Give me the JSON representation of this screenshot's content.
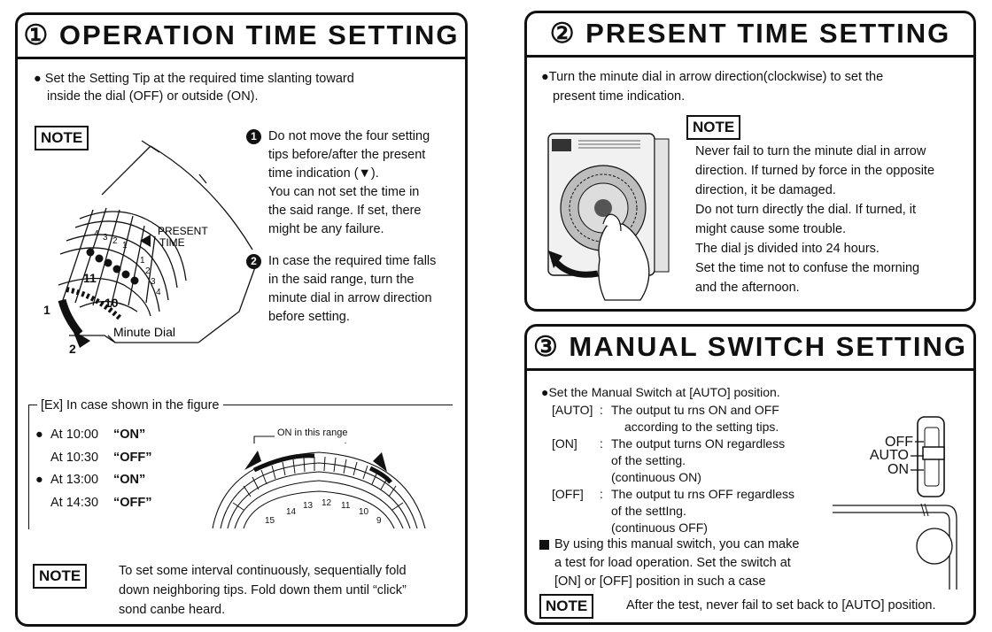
{
  "operation": {
    "title": "① OPERATION TIME SETTING",
    "intro1": "● Set the Setting Tip at the required time slanting toward",
    "intro2": "inside the dial (OFF) or outside (ON).",
    "note_label": "NOTE",
    "item1": [
      "Do not move the four setting",
      "tips before/after the present",
      "time indication (▼).",
      "You can  not set the time in",
      "the said range. If set, there",
      "might be any failure."
    ],
    "item2": [
      "In case the required time falls",
      "in the said range,  turn the",
      "minute dial in arrow direction",
      "before setting."
    ],
    "fig_labels": {
      "present": "PRESENT",
      "time": "TIME",
      "minute_dial": "Minute Dial",
      "a1": "1",
      "a2": "2",
      "n11": "11",
      "n10": "10",
      "ticks": [
        "4",
        "3",
        "2",
        "1",
        "1",
        "2",
        "3",
        "4"
      ]
    },
    "example_label": "[Ex] In case shown in the figure",
    "examples": [
      {
        "bullet": "●",
        "time": "At 10:00",
        "state": "“ON”"
      },
      {
        "bullet": "",
        "time": "At 10:30",
        "state": "“OFF”"
      },
      {
        "bullet": "●",
        "time": "At 13:00",
        "state": "“ON”"
      },
      {
        "bullet": "",
        "time": "At 14:30",
        "state": "“OFF”"
      }
    ],
    "range_label": "ON in this range",
    "dial_numbers": [
      "15",
      "14",
      "13",
      "12",
      "11",
      "10",
      "9"
    ],
    "bottom_note_label": "NOTE",
    "bottom_note": [
      "To set some interval continuously, sequentially fold",
      "down neighboring tips.  Fold down them until “click”",
      "sond canbe heard."
    ]
  },
  "present": {
    "title": "② PRESENT TIME SETTING",
    "intro1": "●Turn the minute dial in arrow direction(clockwise) to set the",
    "intro2": "present time indication.",
    "note_label": "NOTE",
    "note_lines": [
      "Never fail to turn the minute dial in arrow",
      "direction. If turned by force in the opposite",
      "direction, it be damaged.",
      "Do not turn directly the dial. If turned, it",
      "might cause some trouble.",
      "The dial js divided into 24 hours.",
      "Set the time not to confuse the morning",
      "and the afternoon."
    ]
  },
  "manual": {
    "title": "③ MANUAL SWITCH SETTING",
    "intro": "●Set the Manual Switch at [AUTO] position.",
    "rows": [
      {
        "key": "[AUTO]",
        "sep": ":",
        "lines": [
          "The output tu rns ON and OFF",
          "according to the setting tips."
        ]
      },
      {
        "key": "[ON]",
        "sep": ":",
        "lines": [
          "The output turns ON regardless",
          "of the setting.",
          "(continuous ON)"
        ]
      },
      {
        "key": "[OFF]",
        "sep": ":",
        "lines": [
          "The output tu rns OFF regardless",
          "of the settIng.",
          "(continuous OFF)"
        ]
      }
    ],
    "switch_labels": [
      "OFF",
      "AUTO",
      "ON"
    ],
    "test_lines": [
      "By using this manual switch, you can make",
      "a test for load operation. Set the switch at",
      "[ON] or [OFF] position in such a case"
    ],
    "note_label": "NOTE",
    "note_text": "After the test, never fail to set back to [AUTO] position."
  }
}
